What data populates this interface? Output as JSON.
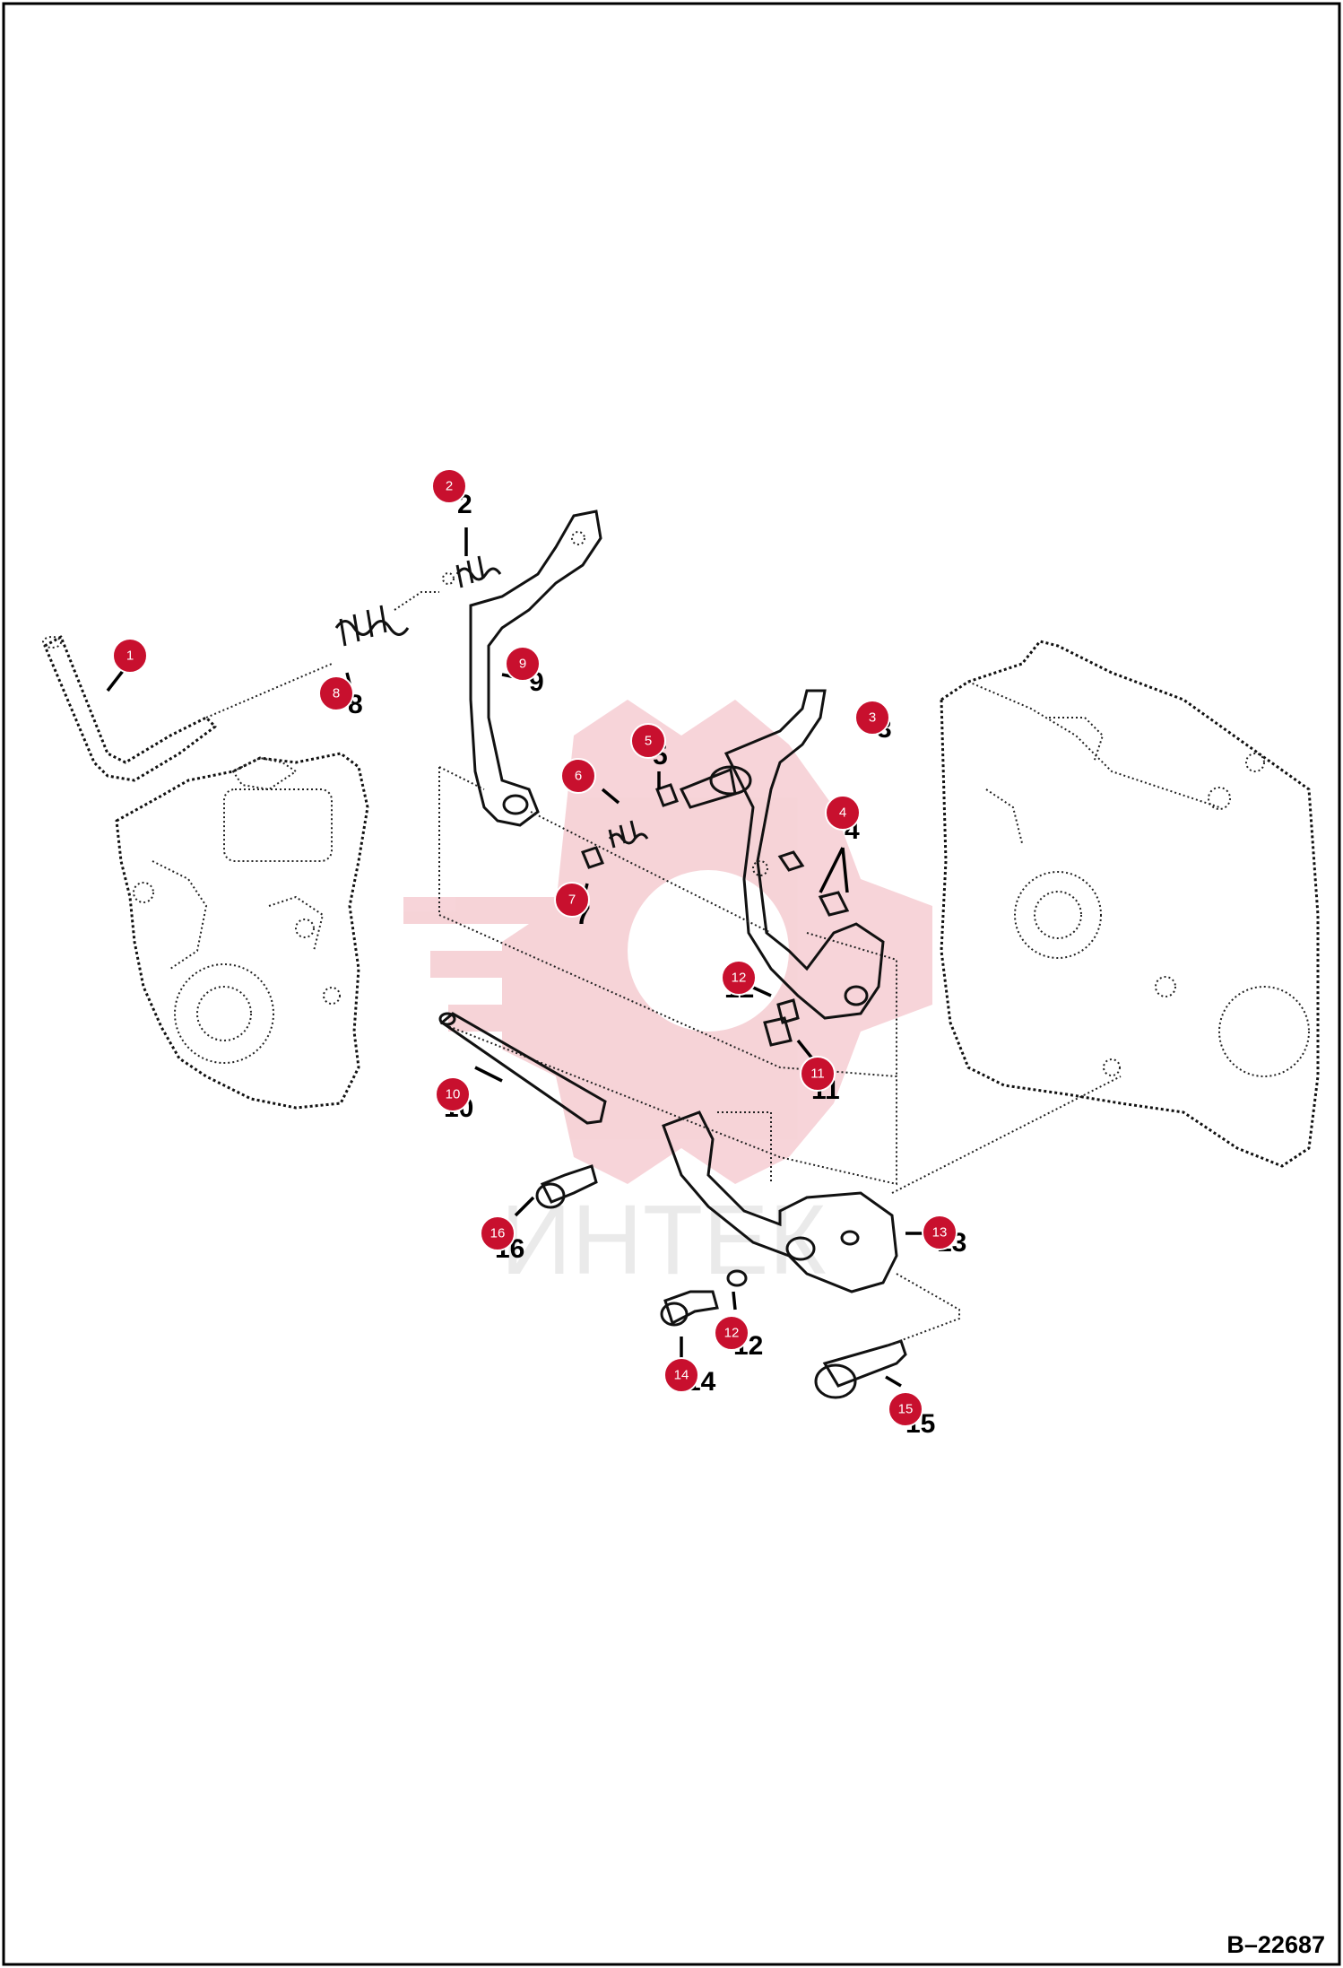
{
  "drawing_ref": "B–22687",
  "watermark_text": "ИНТЕК",
  "callout_color": "#c8102e",
  "callouts": [
    {
      "num": "1"
    },
    {
      "num": "2"
    },
    {
      "num": "3"
    },
    {
      "num": "4"
    },
    {
      "num": "5"
    },
    {
      "num": "6"
    },
    {
      "num": "7"
    },
    {
      "num": "8"
    },
    {
      "num": "9"
    },
    {
      "num": "10"
    },
    {
      "num": "11"
    },
    {
      "num": "12"
    },
    {
      "num": "12"
    },
    {
      "num": "13"
    },
    {
      "num": "14"
    },
    {
      "num": "15"
    },
    {
      "num": "16"
    }
  ],
  "part_labels": [
    {
      "num": "2"
    },
    {
      "num": "3"
    },
    {
      "num": "4"
    },
    {
      "num": "5"
    },
    {
      "num": "7"
    },
    {
      "num": "8"
    },
    {
      "num": "9"
    },
    {
      "num": "10"
    },
    {
      "num": "11"
    },
    {
      "num": "12"
    },
    {
      "num": "12"
    },
    {
      "num": "13"
    },
    {
      "num": "14"
    },
    {
      "num": "15"
    },
    {
      "num": "16"
    }
  ]
}
